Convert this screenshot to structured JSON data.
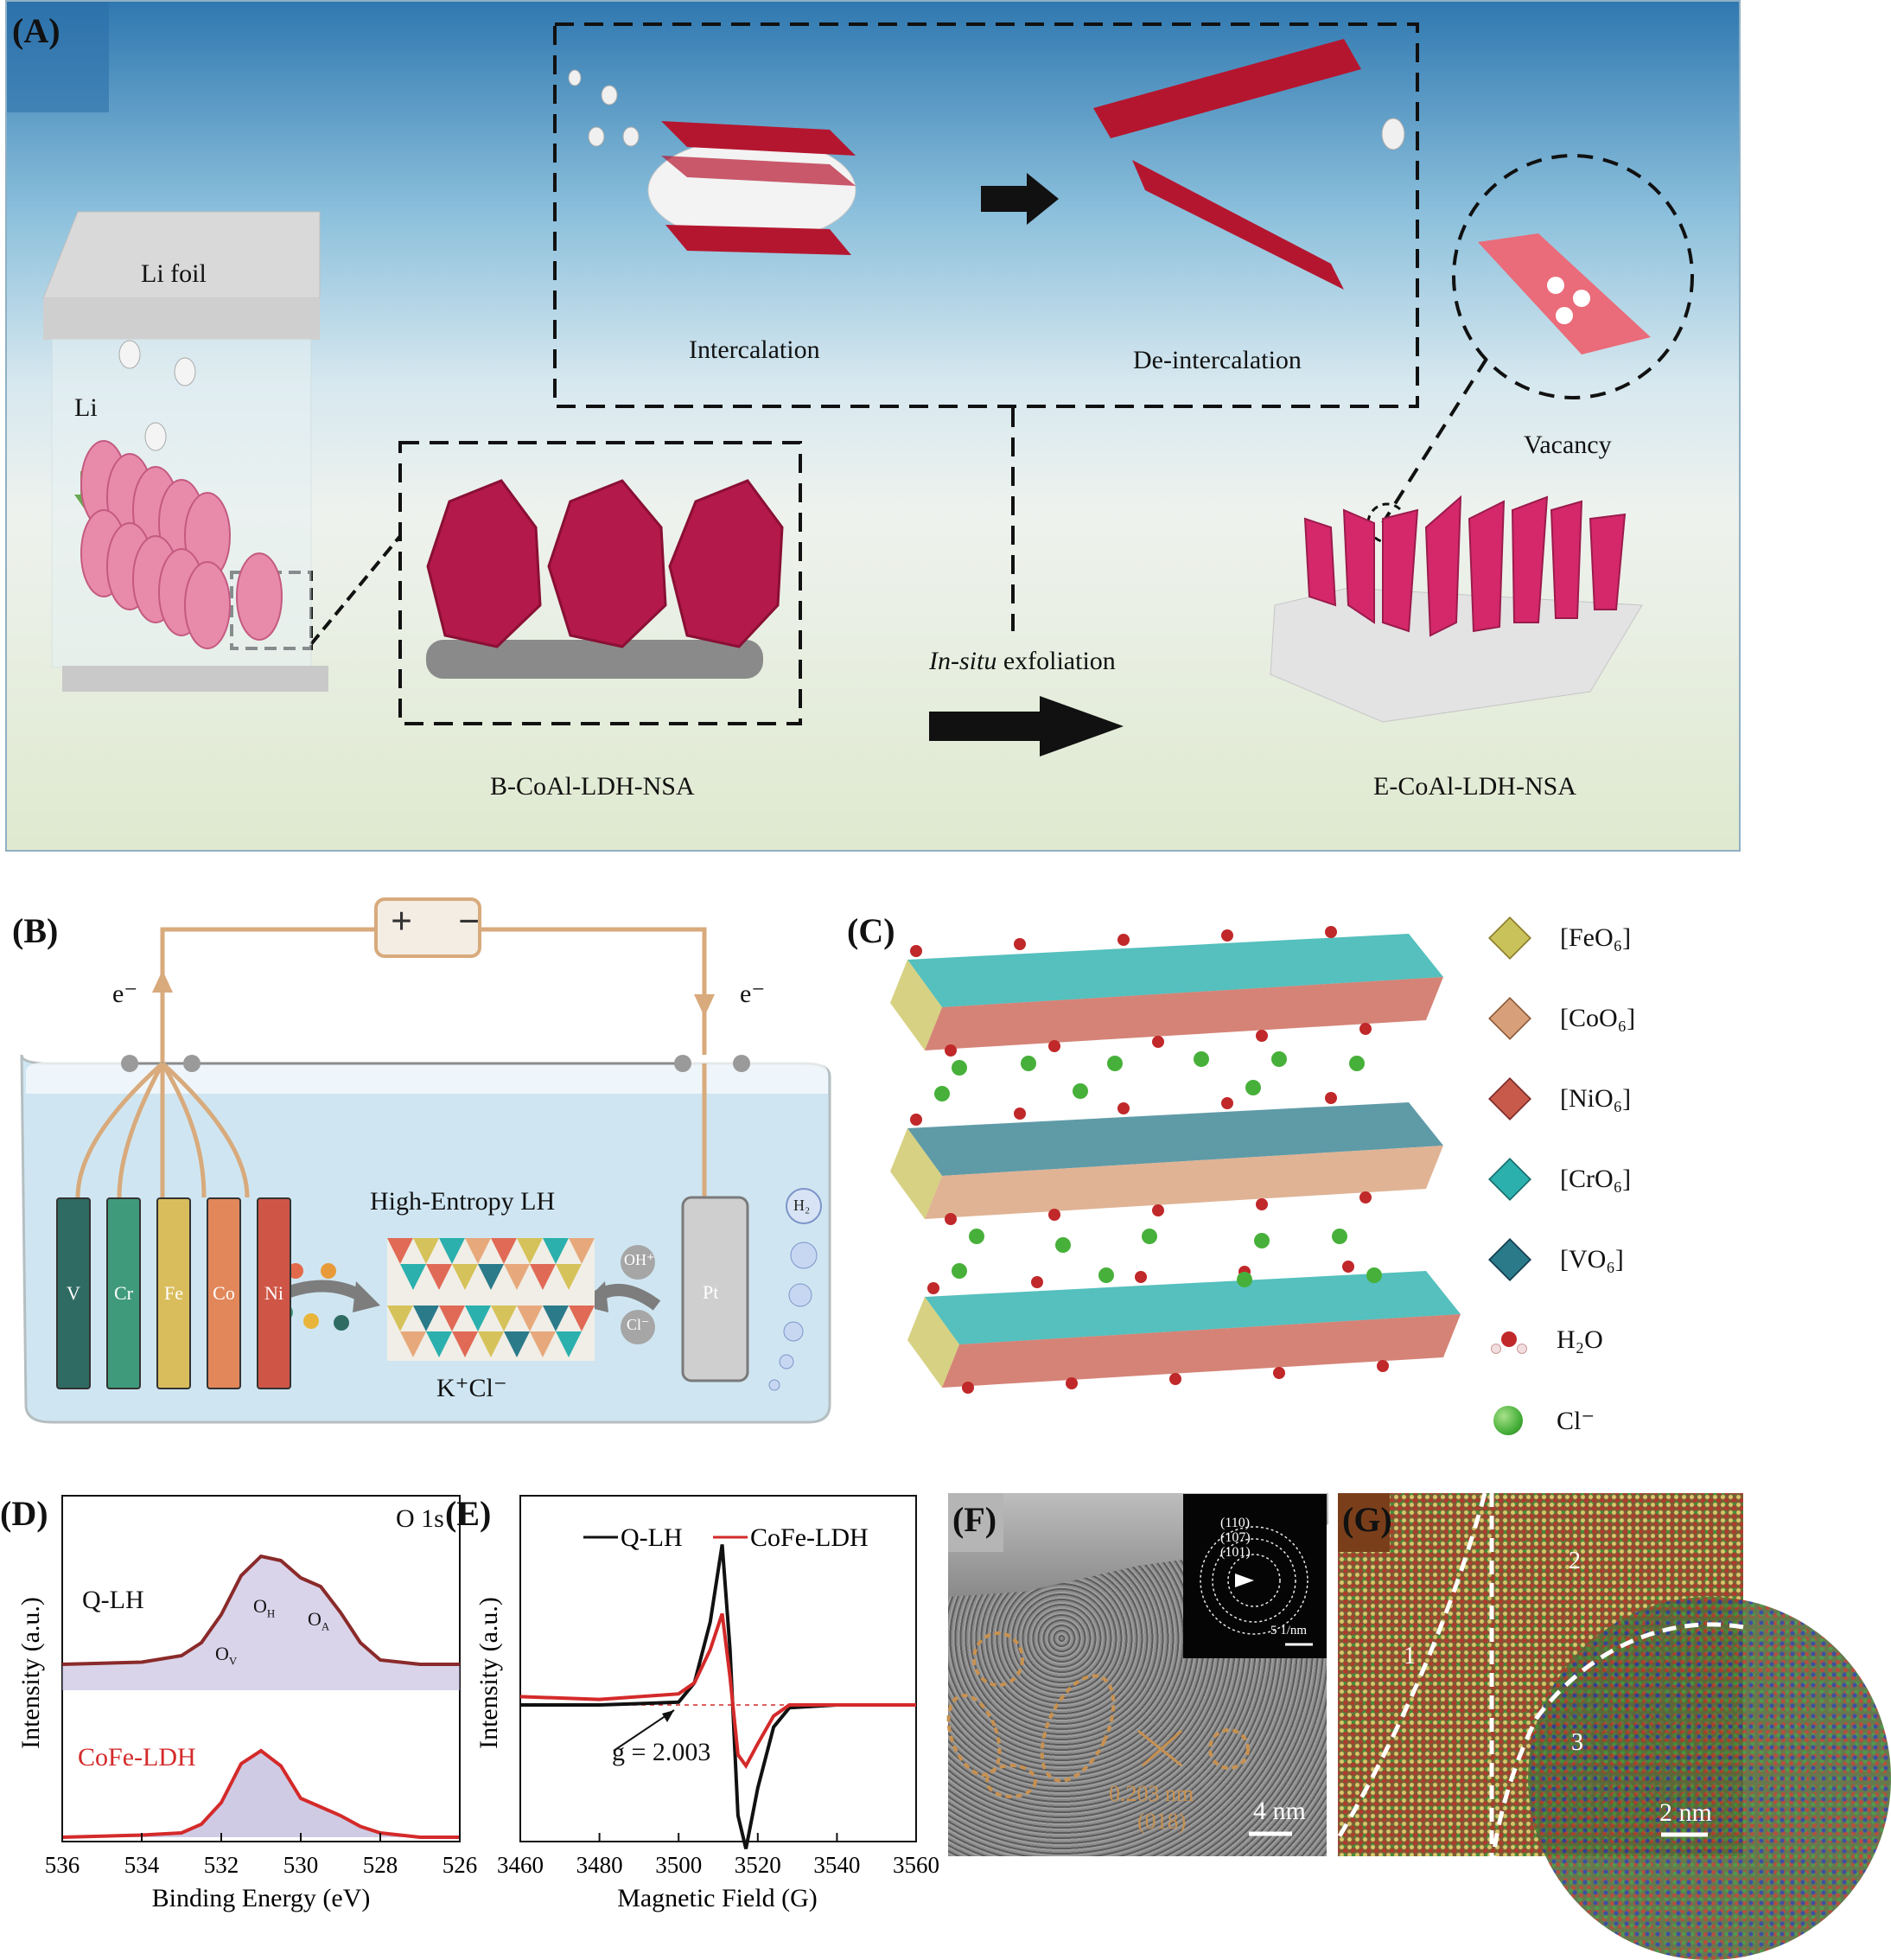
{
  "panels": {
    "A": {
      "label": "(A)",
      "li_foil": "Li foil",
      "li": "Li",
      "intercalation": "Intercalation",
      "deintercalation": "De-intercalation",
      "vacancy": "Vacancy",
      "in_situ": "In-situ",
      "exfoliation": " exfoliation",
      "b_name": "B-CoAl-LDH-NSA",
      "e_name": "E-CoAl-LDH-NSA"
    },
    "B": {
      "label": "(B)",
      "plus": "+",
      "minus": "−",
      "e_left": "e⁻",
      "e_right": "e⁻",
      "electrodes": [
        "V",
        "Cr",
        "Fe",
        "Co",
        "Ni"
      ],
      "electrode_colors": [
        "#2f6b63",
        "#3f9a7c",
        "#d9bd5c",
        "#e2875a",
        "#cf5646"
      ],
      "title": "High-Entropy LH",
      "electrolyte": "K⁺Cl⁻",
      "pt": "Pt",
      "oh": "OH⁺",
      "cl": "Cl⁻",
      "h2": "H₂"
    },
    "C": {
      "label": "(C)",
      "legend": [
        {
          "text": "[FeO₆]",
          "color": "#c9c25a",
          "icon": "octahedron-icon"
        },
        {
          "text": "[CoO₆]",
          "color": "#d8a07a",
          "icon": "octahedron-icon"
        },
        {
          "text": "[NiO₆]",
          "color": "#c75a4a",
          "icon": "octahedron-icon"
        },
        {
          "text": "[CrO₆]",
          "color": "#2bb0ad",
          "icon": "octahedron-icon"
        },
        {
          "text": "[VO₆]",
          "color": "#2a7a8a",
          "icon": "octahedron-icon"
        },
        {
          "text": "H₂O",
          "color": "#c0282a",
          "icon": "water-icon"
        },
        {
          "text": "Cl⁻",
          "color": "#47b03a",
          "icon": "sphere-icon"
        }
      ]
    },
    "D": {
      "label": "(D)",
      "corner": "O 1s",
      "series_top": "Q-LH",
      "series_bottom": "CoFe-LDH",
      "peak_ov": "O",
      "peak_ov_sub": "V",
      "peak_oh": "O",
      "peak_oh_sub": "H",
      "peak_oa": "O",
      "peak_oa_sub": "A"
    },
    "E": {
      "label": "(E)",
      "g_value": "g = 2.003"
    },
    "F": {
      "label": "(F)",
      "saed": [
        "(110)",
        "(107)",
        "(101)"
      ],
      "saed_scale": "5 1/nm",
      "spacing": "0.203 nm",
      "plane": "(018)",
      "scale": "4 nm"
    },
    "G": {
      "label": "(G)",
      "regions": [
        "1",
        "2",
        "3"
      ],
      "scale": "2 nm"
    }
  },
  "chart_data": [
    {
      "type": "line",
      "panel": "D",
      "title": "O 1s",
      "xlabel": "Binding Energy (eV)",
      "ylabel": "Intensity (a.u.)",
      "xlim": [
        536,
        526
      ],
      "x_ticks": [
        "536",
        "534",
        "532",
        "530",
        "528",
        "526"
      ],
      "series": [
        {
          "name": "Q-LH",
          "color": "#8a2a2a",
          "x": [
            536,
            534,
            533,
            532.5,
            532,
            531.5,
            531,
            530.5,
            530,
            529.5,
            529,
            528.5,
            528,
            527,
            526
          ],
          "y": [
            0.12,
            0.13,
            0.16,
            0.22,
            0.35,
            0.53,
            0.62,
            0.6,
            0.52,
            0.48,
            0.36,
            0.22,
            0.14,
            0.12,
            0.12
          ]
        },
        {
          "name": "CoFe-LDH",
          "color": "#d42a2a",
          "x": [
            536,
            534,
            533,
            532.5,
            532,
            531.5,
            531,
            530.5,
            530,
            529.5,
            529,
            528.5,
            528,
            527,
            526
          ],
          "y": [
            0.0,
            0.01,
            0.02,
            0.06,
            0.16,
            0.34,
            0.4,
            0.33,
            0.18,
            0.14,
            0.1,
            0.05,
            0.02,
            0.0,
            0.0
          ]
        }
      ]
    },
    {
      "type": "line",
      "panel": "E",
      "xlabel": "Magnetic Field (G)",
      "ylabel": "Intensity (a.u.)",
      "xlim": [
        3460,
        3560
      ],
      "x_ticks": [
        "3460",
        "3480",
        "3500",
        "3520",
        "3540",
        "3560"
      ],
      "series": [
        {
          "name": "Q-LH",
          "color": "#111111",
          "x": [
            3460,
            3480,
            3500,
            3504,
            3508,
            3511,
            3513,
            3515,
            3517,
            3520,
            3524,
            3528,
            3540,
            3560
          ],
          "y": [
            0,
            0,
            0.01,
            0.08,
            0.3,
            0.58,
            0.2,
            -0.4,
            -0.52,
            -0.3,
            -0.08,
            -0.01,
            0,
            0
          ]
        },
        {
          "name": "CoFe-LDH",
          "color": "#d42a2a",
          "x": [
            3460,
            3480,
            3500,
            3504,
            3508,
            3511,
            3513,
            3515,
            3517,
            3520,
            3524,
            3528,
            3540,
            3560
          ],
          "y": [
            0.03,
            0.02,
            0.04,
            0.08,
            0.2,
            0.33,
            0.1,
            -0.18,
            -0.22,
            -0.14,
            -0.04,
            0,
            0,
            0
          ]
        }
      ]
    }
  ]
}
